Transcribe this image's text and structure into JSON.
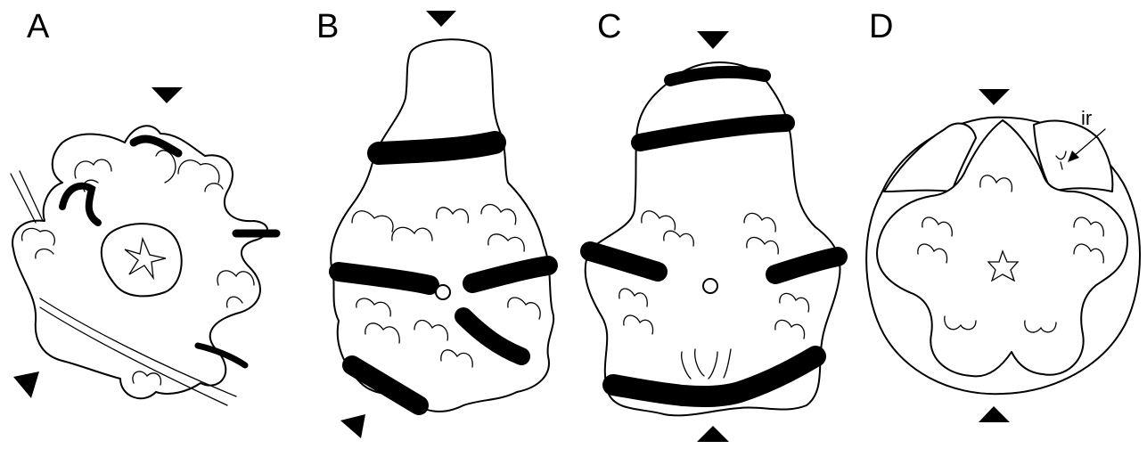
{
  "panels": [
    {
      "id": "A",
      "label": "A"
    },
    {
      "id": "B",
      "label": "B"
    },
    {
      "id": "C",
      "label": "C"
    },
    {
      "id": "D",
      "label": "D"
    }
  ],
  "annotations": {
    "ir_label": "ir"
  },
  "colors": {
    "ink": "#000000",
    "background": "#ffffff"
  },
  "icons": {
    "orientation_marker": "arrowhead-icon"
  }
}
